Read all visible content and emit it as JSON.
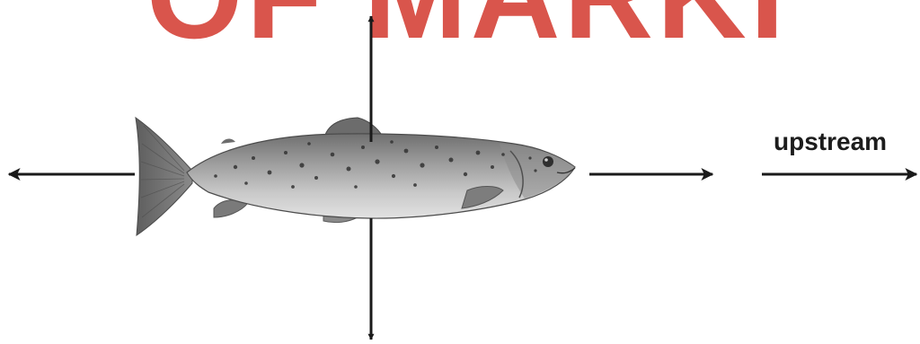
{
  "banner_text": "OF MARKI",
  "direction_label": "upstream",
  "colors": {
    "banner": "#d9554c",
    "arrow": "#1a1a1a",
    "label": "#1c1c1c"
  },
  "figure": {
    "subject": "trout-photo",
    "arrows": [
      "arrow-up",
      "arrow-down",
      "arrow-left",
      "arrow-right"
    ]
  }
}
